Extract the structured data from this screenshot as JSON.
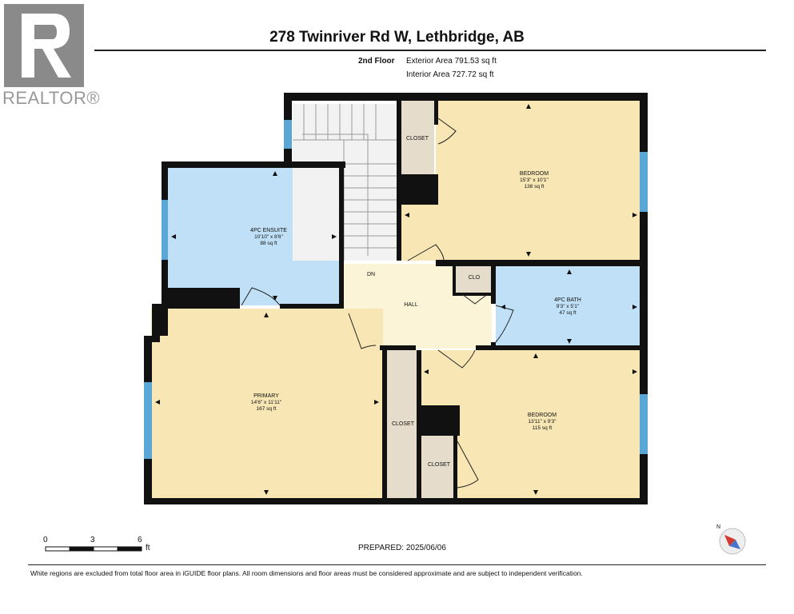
{
  "header": {
    "title": "278 Twinriver Rd W, Lethbridge, AB",
    "floor_label": "2nd Floor",
    "exterior_area": "Exterior Area 791.53 sq ft",
    "interior_area": "Interior Area 727.72 sq ft"
  },
  "logo": {
    "text": "REALTOR®",
    "icon": "realtor-r-logo"
  },
  "rooms": {
    "ensuite": {
      "name": "4PC ENSUITE",
      "dim": "10'10\" x 8'6\"",
      "area": "88 sq ft"
    },
    "bedroom1": {
      "name": "BEDROOM",
      "dim": "15'3\" x 10'1\"",
      "area": "138 sq ft"
    },
    "bath": {
      "name": "4PC BATH",
      "dim": "9'3\" x 5'1\"",
      "area": "47 sq ft"
    },
    "primary": {
      "name": "PRIMARY",
      "dim": "14'6\" x 11'11\"",
      "area": "167 sq ft"
    },
    "bedroom2": {
      "name": "BEDROOM",
      "dim": "13'11\" x 9'3\"",
      "area": "115 sq ft"
    },
    "hall": {
      "name": "HALL"
    },
    "dn": {
      "name": "DN"
    },
    "clo": {
      "name": "CLO"
    },
    "closet_top": {
      "name": "CLOSET"
    },
    "closet_mid": {
      "name": "CLOSET"
    },
    "closet_bot": {
      "name": "CLOSET"
    }
  },
  "scale": {
    "marks": [
      "0",
      "3",
      "6"
    ],
    "unit": "ft"
  },
  "compass": {
    "label": "N",
    "icon": "compass-icon"
  },
  "prepared": "PREPARED: 2025/06/06",
  "footer": "White regions are excluded from total floor area in iGUIDE floor plans. All room dimensions and floor areas must be considered approximate and are subject to independent verification.",
  "colors": {
    "wall": "#111111",
    "bedroom_fill": "#f8e6b4",
    "bath_fill": "#bfe0f6",
    "hall_fill": "#fbf4d6",
    "closet_fill": "#e5dccb",
    "window": "#5aa6d6"
  }
}
